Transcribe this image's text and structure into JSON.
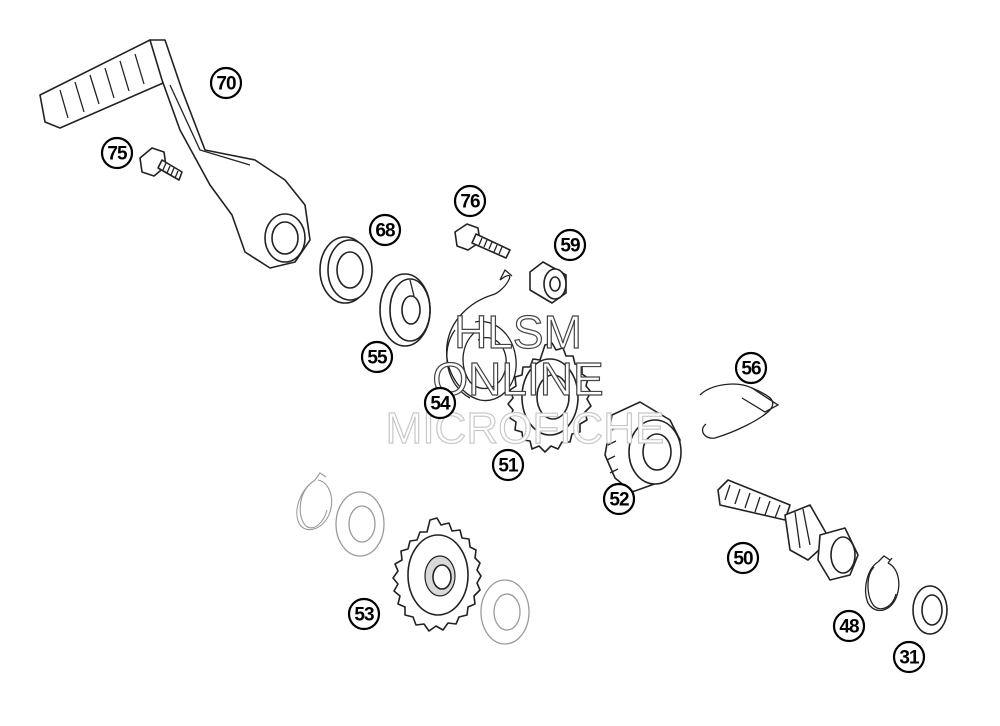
{
  "diagram": {
    "callouts": [
      {
        "id": "70",
        "label": "70"
      },
      {
        "id": "75",
        "label": "75"
      },
      {
        "id": "76",
        "label": "76"
      },
      {
        "id": "68",
        "label": "68"
      },
      {
        "id": "59",
        "label": "59"
      },
      {
        "id": "55",
        "label": "55"
      },
      {
        "id": "56",
        "label": "56"
      },
      {
        "id": "54",
        "label": "54"
      },
      {
        "id": "51",
        "label": "51"
      },
      {
        "id": "52",
        "label": "52"
      },
      {
        "id": "50",
        "label": "50"
      },
      {
        "id": "53",
        "label": "53"
      },
      {
        "id": "48",
        "label": "48"
      },
      {
        "id": "31",
        "label": "31"
      }
    ],
    "watermark": {
      "line1": "HLSM",
      "line2": "ONLINE",
      "line3": "MICROFICHE"
    }
  }
}
